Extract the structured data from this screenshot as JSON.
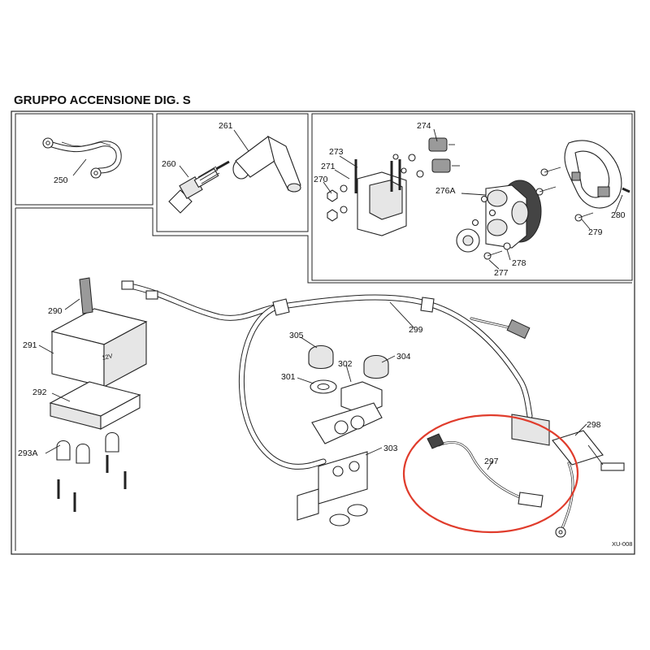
{
  "title": "GRUPPO ACCENSIONE DIG. S",
  "reference_code": "XU-008",
  "callouts": [
    {
      "id": "250"
    },
    {
      "id": "261"
    },
    {
      "id": "260"
    },
    {
      "id": "274"
    },
    {
      "id": "273"
    },
    {
      "id": "271"
    },
    {
      "id": "270"
    },
    {
      "id": "276A"
    },
    {
      "id": "280"
    },
    {
      "id": "279"
    },
    {
      "id": "278"
    },
    {
      "id": "277"
    },
    {
      "id": "290"
    },
    {
      "id": "299"
    },
    {
      "id": "291"
    },
    {
      "id": "305"
    },
    {
      "id": "302"
    },
    {
      "id": "304"
    },
    {
      "id": "301"
    },
    {
      "id": "292"
    },
    {
      "id": "298"
    },
    {
      "id": "293A"
    },
    {
      "id": "303"
    },
    {
      "id": "297"
    }
  ],
  "highlight": {
    "part": "297",
    "color": "#e03c2c"
  },
  "colors": {
    "line": "#222222",
    "highlight": "#e03c2c",
    "fill_light": "#e6e6e6",
    "fill_dark": "#9a9a9a"
  },
  "battery_marking": "12V"
}
